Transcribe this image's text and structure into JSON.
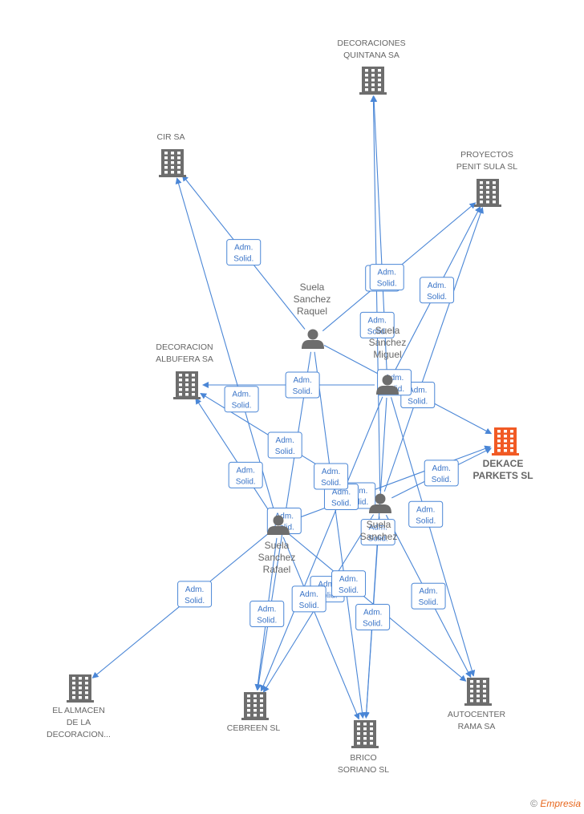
{
  "companies": [
    {
      "id": "quintana",
      "lines": [
        "DECORACIONES",
        "QUINTANA SA"
      ],
      "color": "#6d6d6d"
    },
    {
      "id": "cir",
      "lines": [
        "CIR SA"
      ],
      "color": "#6d6d6d"
    },
    {
      "id": "penit",
      "lines": [
        "PROYECTOS",
        "PENIT SULA  SL"
      ],
      "color": "#6d6d6d"
    },
    {
      "id": "albufera",
      "lines": [
        "DECORACION",
        "ALBUFERA SA"
      ],
      "color": "#6d6d6d"
    },
    {
      "id": "dekace",
      "lines": [
        "DEKACE",
        "PARKETS SL"
      ],
      "color": "#f15a24",
      "focus": true
    },
    {
      "id": "almacen",
      "lines": [
        "EL ALMACEN",
        "DE LA",
        "DECORACION..."
      ],
      "color": "#6d6d6d"
    },
    {
      "id": "cebreen",
      "lines": [
        "CEBREEN SL"
      ],
      "color": "#6d6d6d"
    },
    {
      "id": "brico",
      "lines": [
        "BRICO",
        "SORIANO SL"
      ],
      "color": "#6d6d6d"
    },
    {
      "id": "autocenter",
      "lines": [
        "AUTOCENTER",
        "RAMA SA"
      ],
      "color": "#6d6d6d"
    }
  ],
  "persons": [
    {
      "id": "raquel",
      "lines": [
        "Suela",
        "Sanchez",
        "Raquel"
      ]
    },
    {
      "id": "miguel",
      "lines": [
        "Suela",
        "Sanchez",
        "Miguel"
      ]
    },
    {
      "id": "p3",
      "lines": [
        "Suela",
        "Sanchez",
        ""
      ]
    },
    {
      "id": "rafael",
      "lines": [
        "Suela",
        "Sanchez",
        "Rafael"
      ]
    }
  ],
  "edge_label": [
    "Adm.",
    "Solid."
  ],
  "edges": [
    {
      "from": "miguel",
      "to": "quintana"
    },
    {
      "from": "p3",
      "to": "quintana"
    },
    {
      "from": "raquel",
      "to": "cir"
    },
    {
      "from": "rafael",
      "to": "cir"
    },
    {
      "from": "raquel",
      "to": "penit"
    },
    {
      "from": "miguel",
      "to": "penit"
    },
    {
      "from": "p3",
      "to": "penit"
    },
    {
      "from": "miguel",
      "to": "albufera"
    },
    {
      "from": "p3",
      "to": "albufera"
    },
    {
      "from": "rafael",
      "to": "albufera"
    },
    {
      "from": "raquel",
      "to": "dekace"
    },
    {
      "from": "p3",
      "to": "dekace"
    },
    {
      "from": "rafael",
      "to": "dekace"
    },
    {
      "from": "rafael",
      "to": "almacen"
    },
    {
      "from": "raquel",
      "to": "cebreen"
    },
    {
      "from": "miguel",
      "to": "cebreen"
    },
    {
      "from": "p3",
      "to": "cebreen"
    },
    {
      "from": "rafael",
      "to": "cebreen"
    },
    {
      "from": "raquel",
      "to": "brico"
    },
    {
      "from": "miguel",
      "to": "brico"
    },
    {
      "from": "p3",
      "to": "brico"
    },
    {
      "from": "rafael",
      "to": "brico"
    },
    {
      "from": "miguel",
      "to": "autocenter"
    },
    {
      "from": "p3",
      "to": "autocenter"
    },
    {
      "from": "rafael",
      "to": "autocenter"
    }
  ],
  "footer": {
    "copyright": "©",
    "brand": "Empresia"
  }
}
